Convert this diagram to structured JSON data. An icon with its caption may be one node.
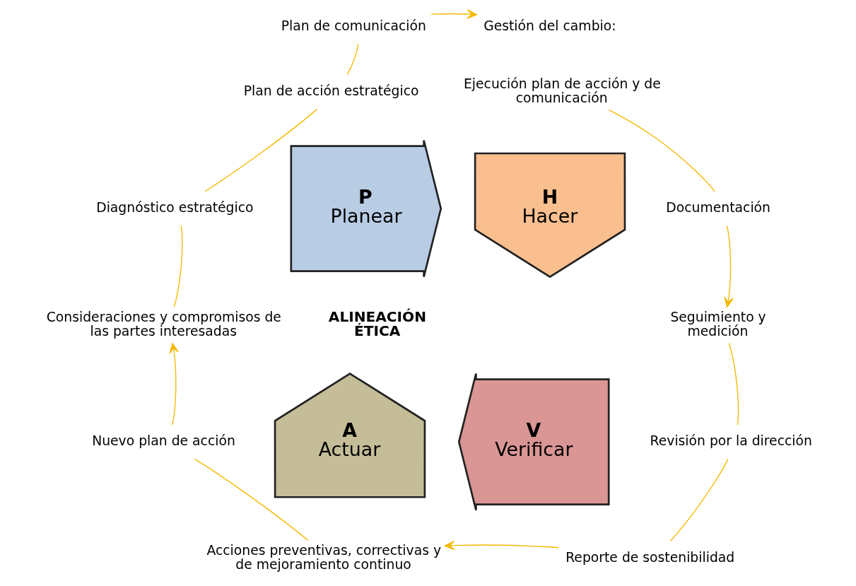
{
  "diagram": {
    "nodes": [
      {
        "text": [
          "P",
          "Planear"
        ]
      },
      {
        "text": [
          "H",
          "Hacer"
        ]
      },
      {
        "text": [
          "A",
          "Actuar"
        ]
      },
      {
        "text": [
          "V",
          "Verificar"
        ]
      },
      {
        "text": [
          "Plan de comunicación"
        ]
      },
      {
        "text": [
          "Plan de acción estratégico"
        ]
      },
      {
        "text": [
          "Diagnóstico estratégico"
        ]
      },
      {
        "text": [
          "Consideraciones y compromisos de las partes interesadas"
        ]
      },
      {
        "text": [
          "Nuevo plan de acción"
        ]
      },
      {
        "text": [
          "Acciones preventivas, correctivas y de mejoramiento continuo"
        ]
      },
      {
        "text": [
          "Gestión del cambio:"
        ]
      },
      {
        "text": [
          "Ejecución plan de acción y de comunicación"
        ]
      },
      {
        "text": [
          "Documentación"
        ]
      },
      {
        "text": [
          "Seguimiento y medición"
        ]
      },
      {
        "text": [
          "Revisión por la dirección"
        ]
      },
      {
        "text": [
          "Reporte de sostenibilidad"
        ]
      }
    ],
    "edges": [
      {
        "from": 4,
        "to": 10,
        "arrow": "to"
      },
      {
        "from": 11,
        "to": 12,
        "arrow": "none"
      },
      {
        "from": 12,
        "to": 13,
        "arrow": "to"
      },
      {
        "from": 13,
        "to": 14,
        "arrow": "none"
      },
      {
        "from": 14,
        "to": 15,
        "arrow": "none"
      },
      {
        "from": 15,
        "to": 9,
        "arrow": "to"
      },
      {
        "from": 9,
        "to": 8,
        "arrow": "none"
      },
      {
        "from": 8,
        "to": 7,
        "arrow": "to"
      },
      {
        "from": 7,
        "to": 6,
        "arrow": "none"
      },
      {
        "from": 6,
        "to": 5,
        "arrow": "none"
      },
      {
        "from": 5,
        "to": 4,
        "arrow": "none"
      }
    ],
    "labels": [
      "ALINEACIÓN ÉTICA"
    ]
  }
}
